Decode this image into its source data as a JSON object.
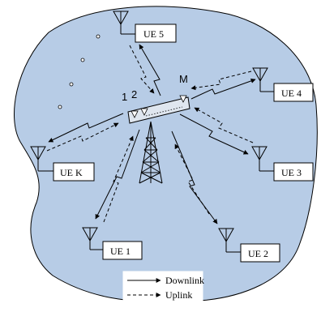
{
  "region_fill": "#b7cce6",
  "base_station": {
    "antenna_labels": [
      "1",
      "2",
      "M"
    ]
  },
  "users": [
    {
      "id": "ue5",
      "label": "UE 5"
    },
    {
      "id": "ue4",
      "label": "UE 4"
    },
    {
      "id": "ue3",
      "label": "UE 3"
    },
    {
      "id": "ue2",
      "label": "UE 2"
    },
    {
      "id": "ue1",
      "label": "UE 1"
    },
    {
      "id": "uek",
      "label": "UE K"
    }
  ],
  "legend": {
    "downlink": "Downlink",
    "uplink": "Uplink"
  }
}
